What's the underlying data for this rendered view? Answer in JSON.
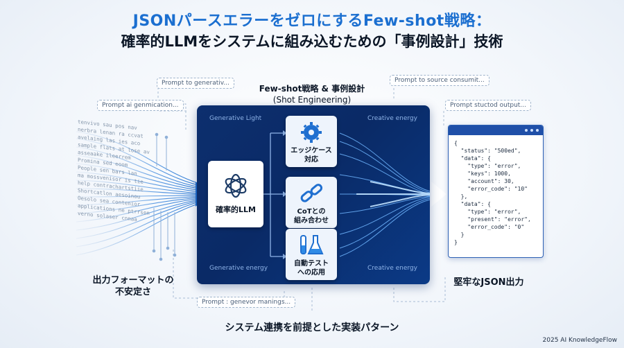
{
  "header": {
    "title_line1": "JSONパースエラーをゼロにするFew-shot戦略：",
    "title_line2": "確率的LLMをシステムに組み込むための「事例設計」技術"
  },
  "chips": {
    "top_left": "Prompt to generativ...",
    "left": "Prompt ai genmication...",
    "top_right": "Prompt to source consumit...",
    "right": "Prompt stuctod output...",
    "bottom": "Prompt : genevor manings..."
  },
  "center": {
    "heading_line1": "Few-shot戦略 & 事例設計",
    "heading_line2": "(Shot Engineering)",
    "corner_tl": "Generative Light",
    "corner_tr": "Creative energy",
    "corner_bl": "Generative energy",
    "corner_br": "Creative energy",
    "llm_label": "確率的LLM",
    "cards": [
      {
        "line1": "エッジケース",
        "line2": "対応",
        "icon": "gear-icon"
      },
      {
        "line1": "CoTとの",
        "line2": "組み合わせ",
        "icon": "chain-link-icon"
      },
      {
        "line1": "自動テスト",
        "line2": "への応用",
        "icon": "flask-icon"
      }
    ]
  },
  "left_input": {
    "label_line1": "出力フォーマットの",
    "label_line2": "不安定さ",
    "noise_lines": [
      "tenvivo sau pos nav",
      "nerbra lenan ra ccvat",
      "avelaing las ies aco",
      "sample flats at lose av",
      "asseaake ileerrem",
      "Promina sed eoom",
      "People sen bars lan",
      "ma mossvenisor is tie",
      "help contrachartstiie",
      "Shortcatlon aesoinou",
      "Oesolo sea contenior",
      "applications ne ptrrsen",
      "verno solaser cnnaa"
    ]
  },
  "right_output": {
    "label": "堅牢なJSON出力",
    "code": "{\n  \"status\": \"500ed\",\n  \"data\": {\n    \"type\": \"error\",\n    \"keys\": 1000,\n    \"account\": 30,\n    \"error_code\": \"10\"\n  },\n  \"data\": {\n    \"type\": \"error\",\n    \"present\": \"error\",\n    \"error_code\": \"0\"\n  }\n}"
  },
  "footer": {
    "caption": "システム連携を前提とした実装パターン",
    "credit": "2025 AI KnowledgeFlow"
  },
  "colors": {
    "accent": "#1b6fd0",
    "panel": "#0a2a66",
    "stream": "#4a9be8"
  }
}
